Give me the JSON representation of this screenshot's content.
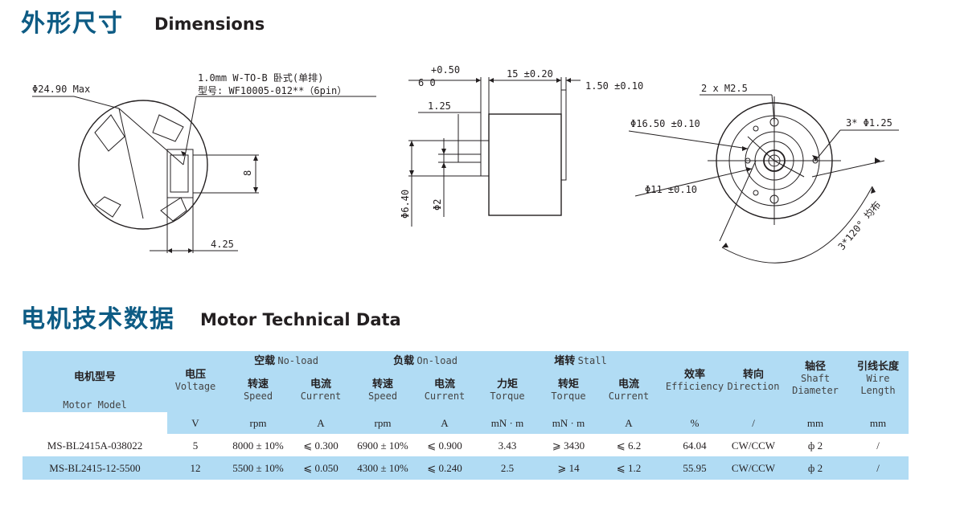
{
  "titles": {
    "dimensions_cn": "外形尺寸",
    "dimensions_en": "Dimensions",
    "data_cn": "电机技术数据",
    "data_en": "Motor Technical Data"
  },
  "drawing": {
    "left_view": {
      "diameter": "Φ24.90  Max",
      "connector_line1": "1.0mm W-TO-B 卧式(单排)",
      "connector_line2": "型号: WF10005-012**（6pin）",
      "dim_8": "8",
      "dim_4_25": "4.25"
    },
    "side_view": {
      "tol_plus": "+0.50",
      "tol_base": "6   0",
      "dim_15": "15 ±0.20",
      "dim_1_50": "1.50 ±0.10",
      "dim_1_25": "1.25",
      "dim_6_40": "Φ6.40",
      "dim_2": "Φ2"
    },
    "front_view": {
      "screws": "2 x  M2.5",
      "diameter_16_50": "Φ16.50 ±0.10",
      "holes": "3* Φ1.25",
      "diameter_11": "Φ11 ±0.10",
      "spacing": "3*120° 均布"
    }
  },
  "table": {
    "model_cn": "电机型号",
    "model_en": "Motor Model",
    "voltage_cn": "电压",
    "voltage_en": "Voltage",
    "noload_cn": "空载",
    "noload_en": "No-load",
    "onload_cn": "负载",
    "onload_en": "On-load",
    "stall_cn": "堵转",
    "stall_en": "Stall",
    "speed_cn": "转速",
    "speed_en": "Speed",
    "current_cn": "电流",
    "current_en": "Current",
    "torque_cn": "力矩",
    "torque_en": "Torque",
    "stall_torque_cn": "转矩",
    "efficiency_cn": "效率",
    "efficiency_en": "Efficiency",
    "direction_cn": "转向",
    "direction_en": "Direction",
    "shaft_cn": "轴径",
    "shaft_en1": "Shaft",
    "shaft_en2": "Diameter",
    "wire_cn": "引线长度",
    "wire_en1": "Wire",
    "wire_en2": "Length",
    "units": [
      "V",
      "rpm",
      "A",
      "rpm",
      "A",
      "mN · m",
      "mN · m",
      "A",
      "%",
      "/",
      "mm",
      "mm"
    ],
    "rows": [
      [
        "MS-BL2415A-038022",
        "5",
        "8000 ± 10%",
        "⩽ 0.300",
        "6900 ± 10%",
        "⩽ 0.900",
        "3.43",
        "⩾ 3430",
        "⩽ 6.2",
        "64.04",
        "CW/CCW",
        "ф 2",
        "/"
      ],
      [
        "MS-BL2415-12-5500",
        "12",
        "5500 ± 10%",
        "⩽ 0.050",
        "4300 ± 10%",
        "⩽ 0.240",
        "2.5",
        "⩾ 14",
        "⩽ 1.2",
        "55.95",
        "CW/CCW",
        "ф 2",
        "/"
      ]
    ],
    "colors": {
      "header_bg": "#b1dcf4",
      "row_alt_bg": "#b1dcf4",
      "title_cn": "#0d5b84"
    }
  }
}
